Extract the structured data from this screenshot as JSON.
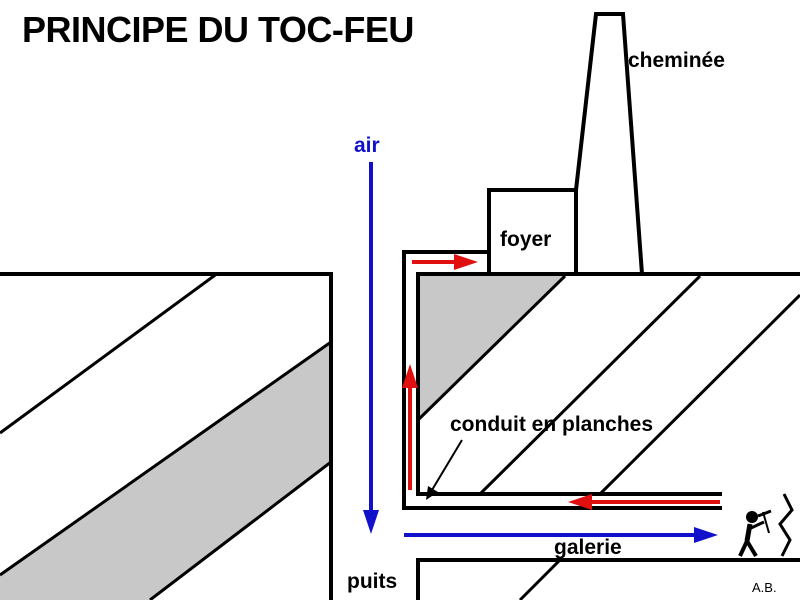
{
  "diagram": {
    "title": "PRINCIPE DU TOC-FEU",
    "labels": {
      "chimney": "cheminée",
      "air": "air",
      "hearth": "foyer",
      "duct": "conduit en planches",
      "gallery": "galerie",
      "shaft": "puits",
      "author": "A.B."
    },
    "icons": [
      "miner-icon"
    ],
    "colors": {
      "air_arrow": "#1111cc",
      "flow_arrow": "#e01010",
      "rock_shade": "#c8c8c8",
      "line": "#000000"
    }
  }
}
